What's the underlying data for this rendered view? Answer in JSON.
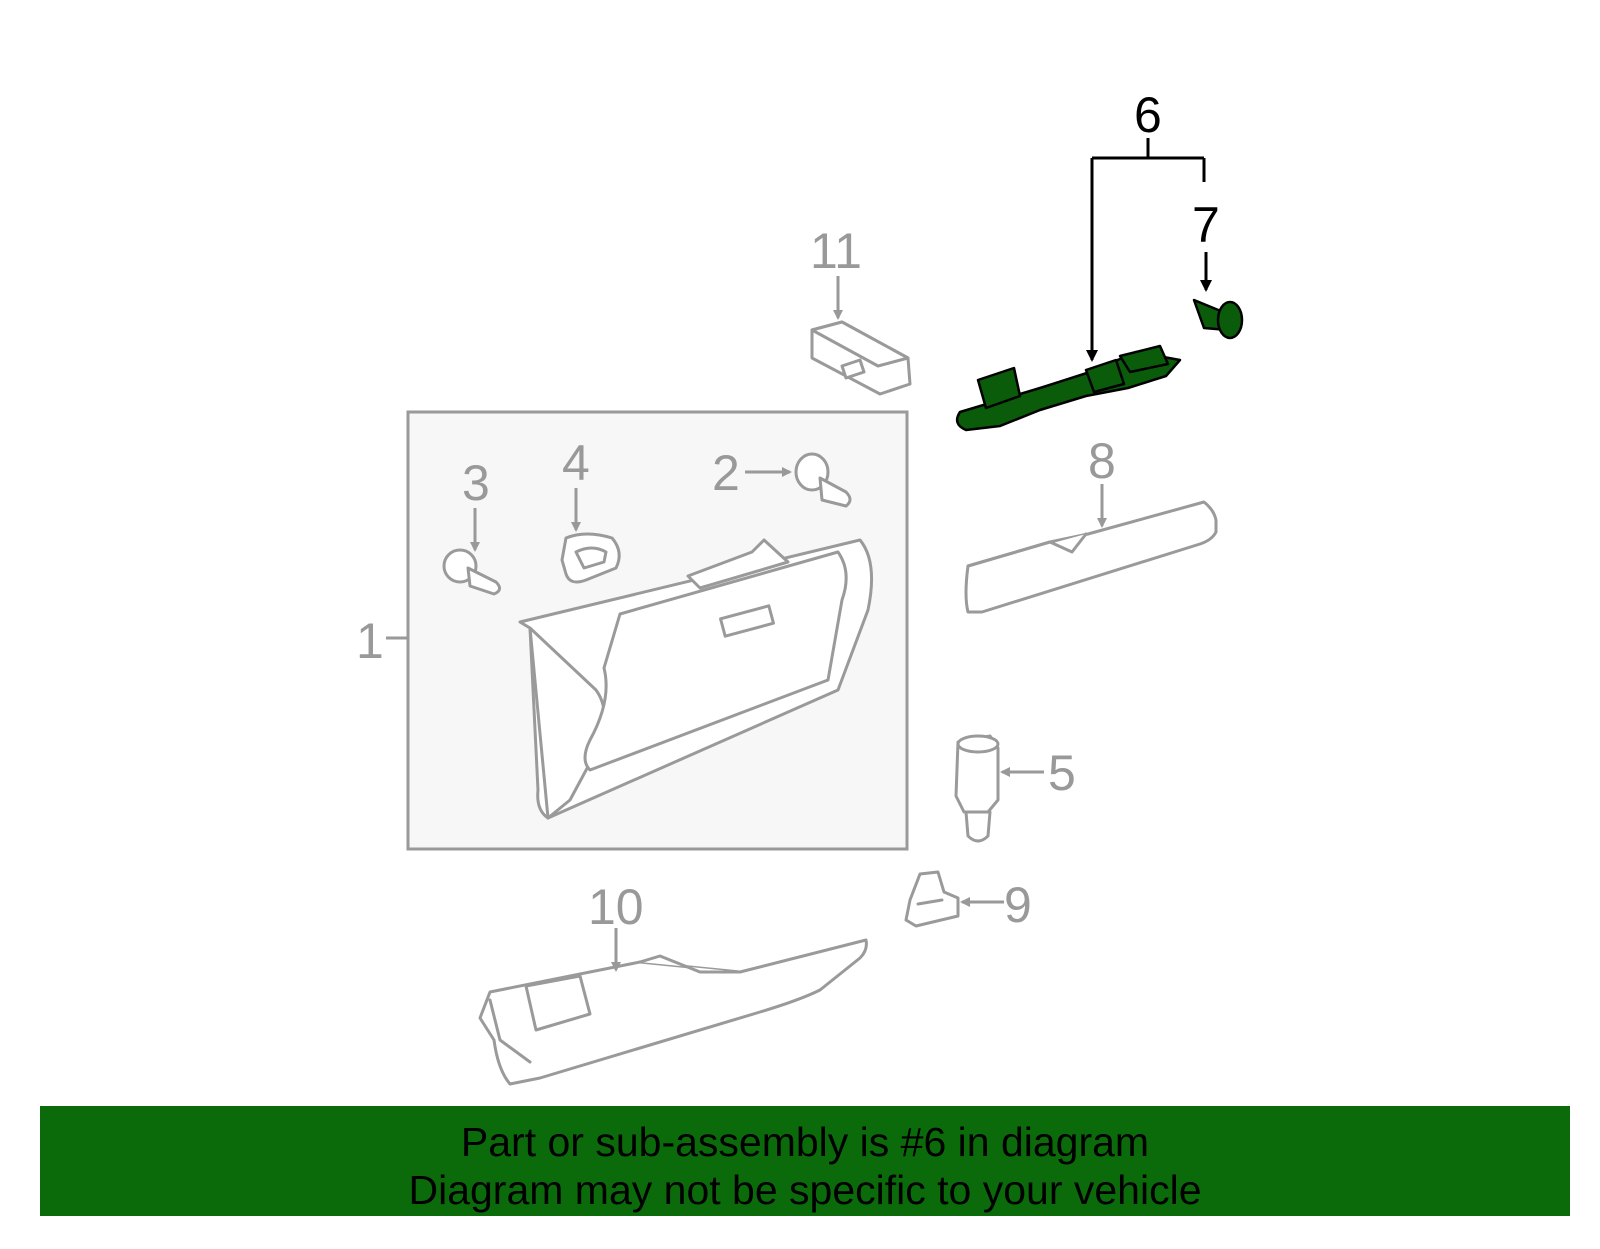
{
  "callouts": {
    "c1": "1",
    "c2": "2",
    "c3": "3",
    "c4": "4",
    "c5": "5",
    "c6": "6",
    "c7": "7",
    "c8": "8",
    "c9": "9",
    "c10": "10",
    "c11": "11"
  },
  "banner": {
    "line1": "Part or sub-assembly is #6 in diagram",
    "line2": "Diagram may not be specific to your vehicle"
  },
  "colors": {
    "highlight_part": "#0a5c0a",
    "banner_background": "#0b6b0b",
    "outline": "#999999"
  },
  "highlighted_parts": [
    "6",
    "7"
  ]
}
